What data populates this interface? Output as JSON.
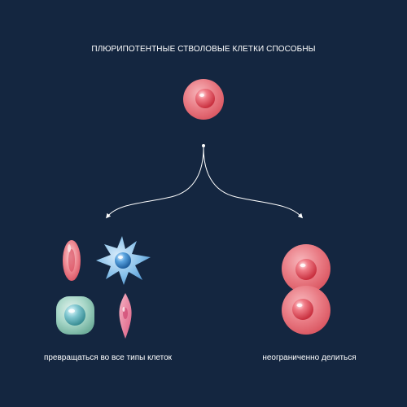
{
  "title": "ПЛЮРИПОТЕНТНЫЕ СТВОЛОВЫЕ КЛЕТКИ СПОСОБНЫ",
  "left_caption": "превращаться во все типы клеток",
  "right_caption": "неограниченно делиться",
  "colors": {
    "background": "#142640",
    "stem_cell": "#e8707a",
    "blue_cell": "#5fa6dd",
    "green_cell": "#8fc8b8",
    "pink_cell": "#e87d93",
    "arrow": "#ffffff"
  }
}
